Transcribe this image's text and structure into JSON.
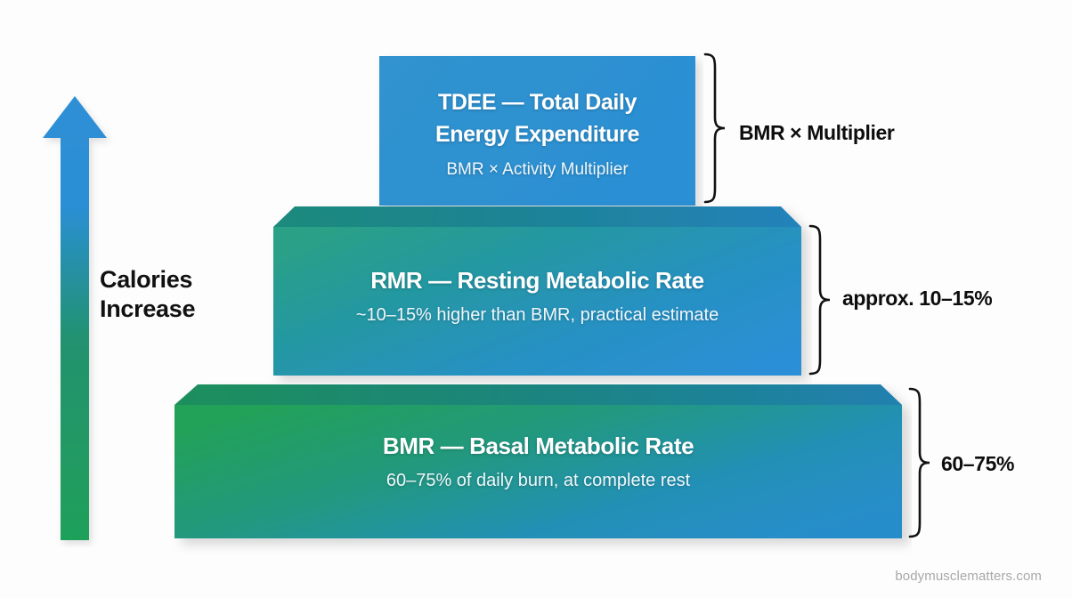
{
  "background_color": "#fdfdfd",
  "arrow": {
    "icon": "up-arrow-icon",
    "direction": "up",
    "gradient_top": "#2a8fd4",
    "gradient_bottom": "#1fa05a"
  },
  "axis_label": {
    "line1": "Calories",
    "line2": "Increase"
  },
  "pyramid": {
    "tiers": [
      {
        "id": "tdee",
        "title": "TDEE — Total Daily",
        "title_line2": "Energy Expenditure",
        "subtitle": "BMR × Activity Multiplier",
        "annotation": "BMR × Multiplier",
        "face_color_left": "#2f90cf",
        "face_color_right": "#2f90cf",
        "top_face_color": "#2f90cf",
        "side_face_color": "#2f90cf"
      },
      {
        "id": "rmr",
        "title": "RMR — Resting Metabolic Rate",
        "subtitle": "~10–15% higher than BMR, practical estimate",
        "annotation": "approx. 10–15%",
        "face_color_left": "#23a18c",
        "face_color_right": "#2a90d1",
        "top_face_color": "#1d7f86",
        "side_face_color": "#2a86c2"
      },
      {
        "id": "bmr",
        "title": "BMR — Basal Metabolic Rate",
        "subtitle": "60–75% of daily burn, at complete rest",
        "annotation": "60–75%",
        "face_color_left": "#21a05b",
        "face_color_right": "#2490c9",
        "top_face_color": "#1c8a63",
        "side_face_color": "#2486b8"
      }
    ]
  },
  "watermark": "bodymusclematters.com"
}
